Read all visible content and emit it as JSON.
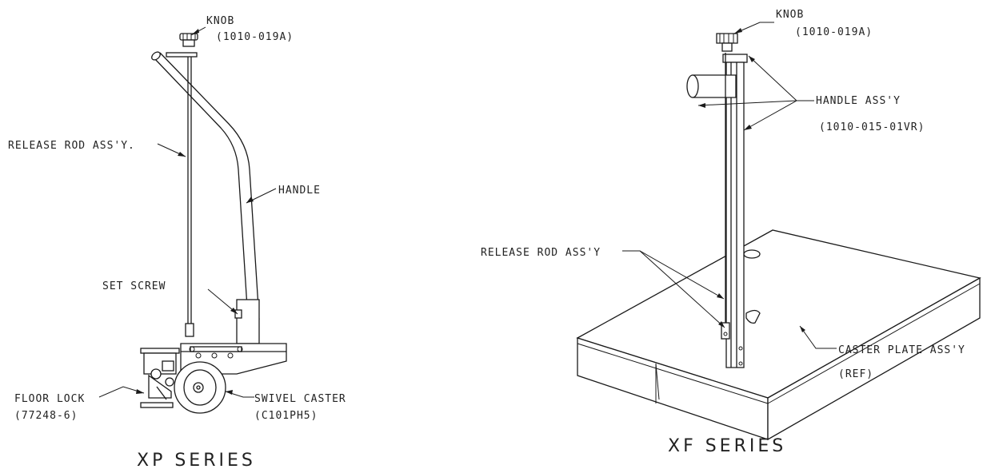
{
  "xp": {
    "title": "XP SERIES",
    "knob": "KNOB",
    "knob_part": "(1010-019A)",
    "release_rod": "RELEASE ROD ASS'Y.",
    "handle": "HANDLE",
    "set_screw": "SET SCREW",
    "floor_lock": "FLOOR LOCK",
    "floor_lock_part": "(77248-6)",
    "swivel_caster": "SWIVEL CASTER",
    "swivel_caster_part": "(C101PH5)"
  },
  "xf": {
    "title": "XF SERIES",
    "knob": "KNOB",
    "knob_part": "(1010-019A)",
    "handle_assy": "HANDLE ASS'Y",
    "handle_assy_part": "(1010-015-01VR)",
    "release_rod": "RELEASE ROD ASS'Y",
    "caster_plate": "CASTER PLATE ASS'Y",
    "caster_plate_ref": "(REF)"
  }
}
